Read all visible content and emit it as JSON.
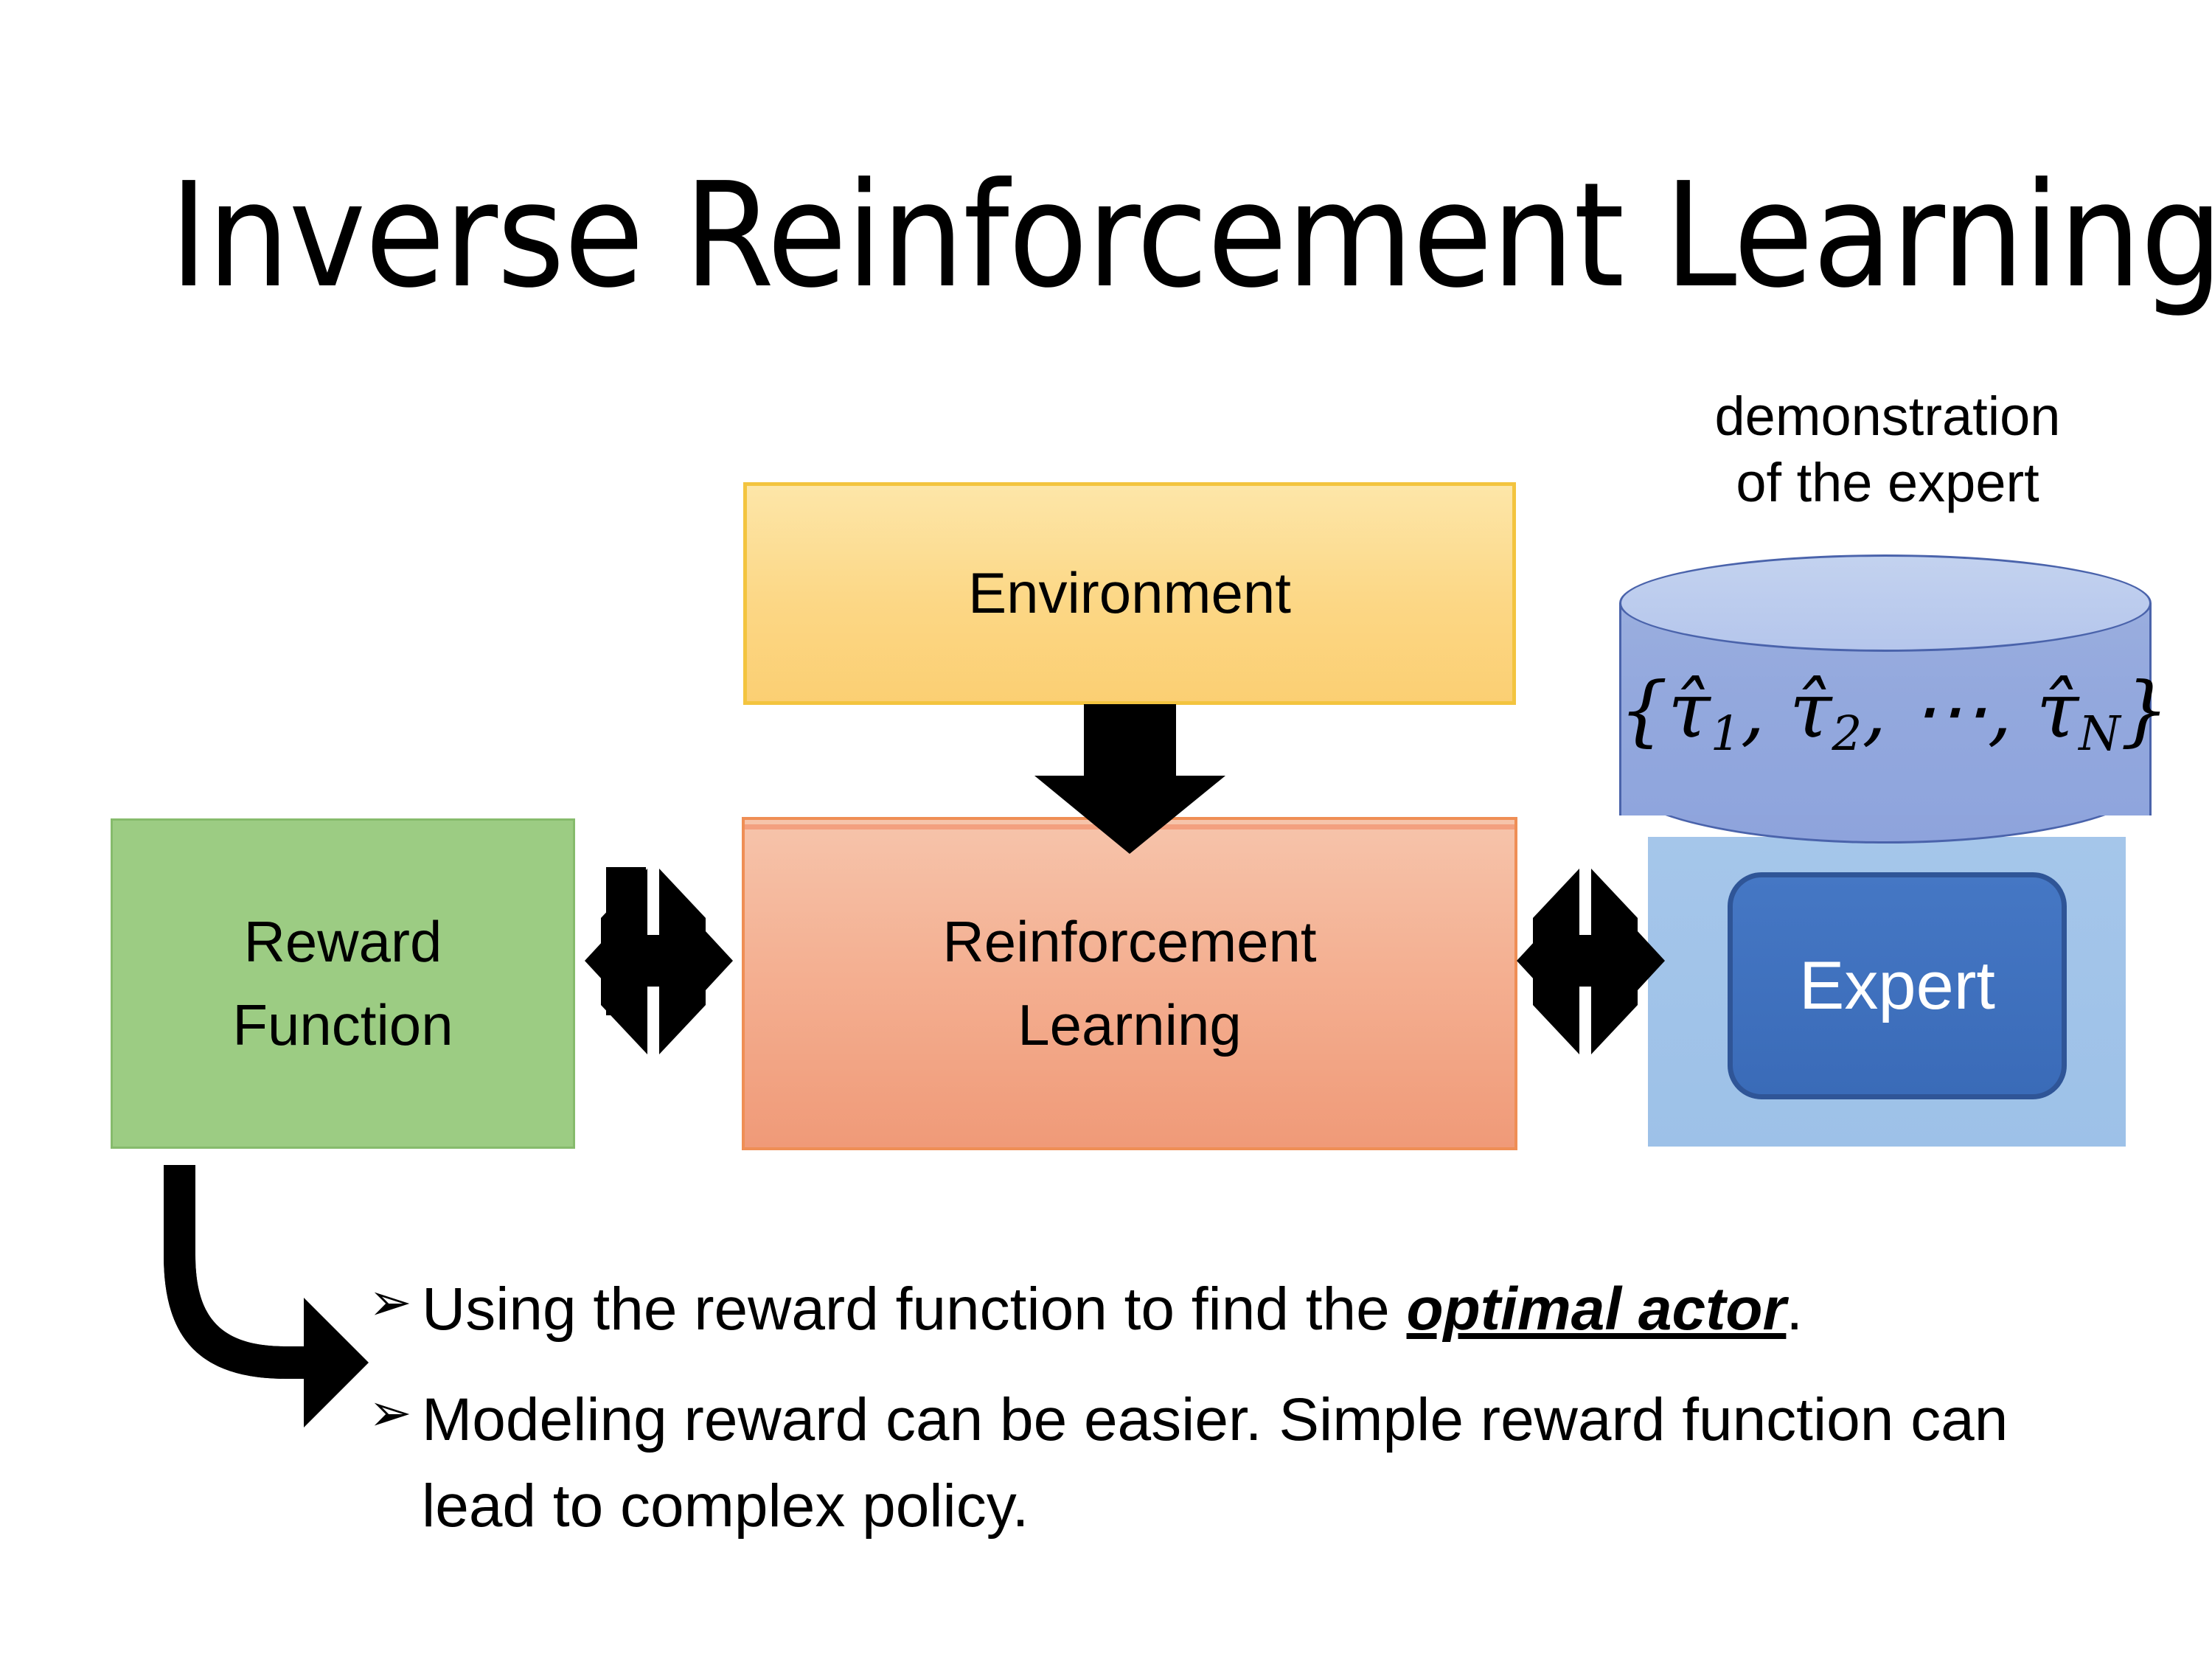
{
  "slide": {
    "title": "Inverse Reinforcement Learning",
    "background_color": "#ffffff"
  },
  "diagram": {
    "environment": {
      "label": "Environment",
      "fill_color": "#fcd785",
      "border_color": "#f3c43f"
    },
    "reinforcement_learning": {
      "label": "Reinforcement\nLearning",
      "fill_color": "#f4b092",
      "border_color": "#ef8e55"
    },
    "reward_function": {
      "label": "Reward\nFunction",
      "fill_color": "#9ccc83",
      "border_color": "#86bb6c"
    },
    "expert_panel": {
      "caption": "demonstration\nof the expert",
      "panel_fill_color": "#a5c6ea",
      "cylinder_fill_color": "#93a8dd",
      "cylinder_top_fill_color": "#b5c6ec",
      "cylinder_border_color": "#4a63ab",
      "formula": {
        "open_brace": "{",
        "tau_1": "τ̂",
        "sub_1": "1",
        "sep_1": ", ",
        "tau_2": "τ̂",
        "sub_2": "2",
        "sep_2": ", ⋯, ",
        "tau_n": "τ̂",
        "sub_n": "N",
        "close_brace": "}",
        "plain": "{τ̂1, τ̂2, ⋯, τ̂N}"
      },
      "expert_chip": {
        "label": "Expert",
        "fill_color": "#3a6bb8",
        "border_color": "#2f5597",
        "text_color": "#ffffff"
      }
    },
    "connectors": {
      "environment_to_rl": "down-arrow",
      "reward_rl_link": "double-headed-cross-arrow",
      "rl_expert_link": "double-headed-cross-arrow",
      "reward_to_bullets": "elbow-arrow-down-right",
      "arrow_color": "#000000"
    }
  },
  "bullets": [
    {
      "marker": "➢",
      "lead": "Using the reward function to find the ",
      "emphasis": "optimal actor",
      "trail": "."
    },
    {
      "marker": "➢",
      "lead": "Modeling reward can be easier. Simple reward function can lead to complex policy.",
      "emphasis": "",
      "trail": ""
    }
  ]
}
